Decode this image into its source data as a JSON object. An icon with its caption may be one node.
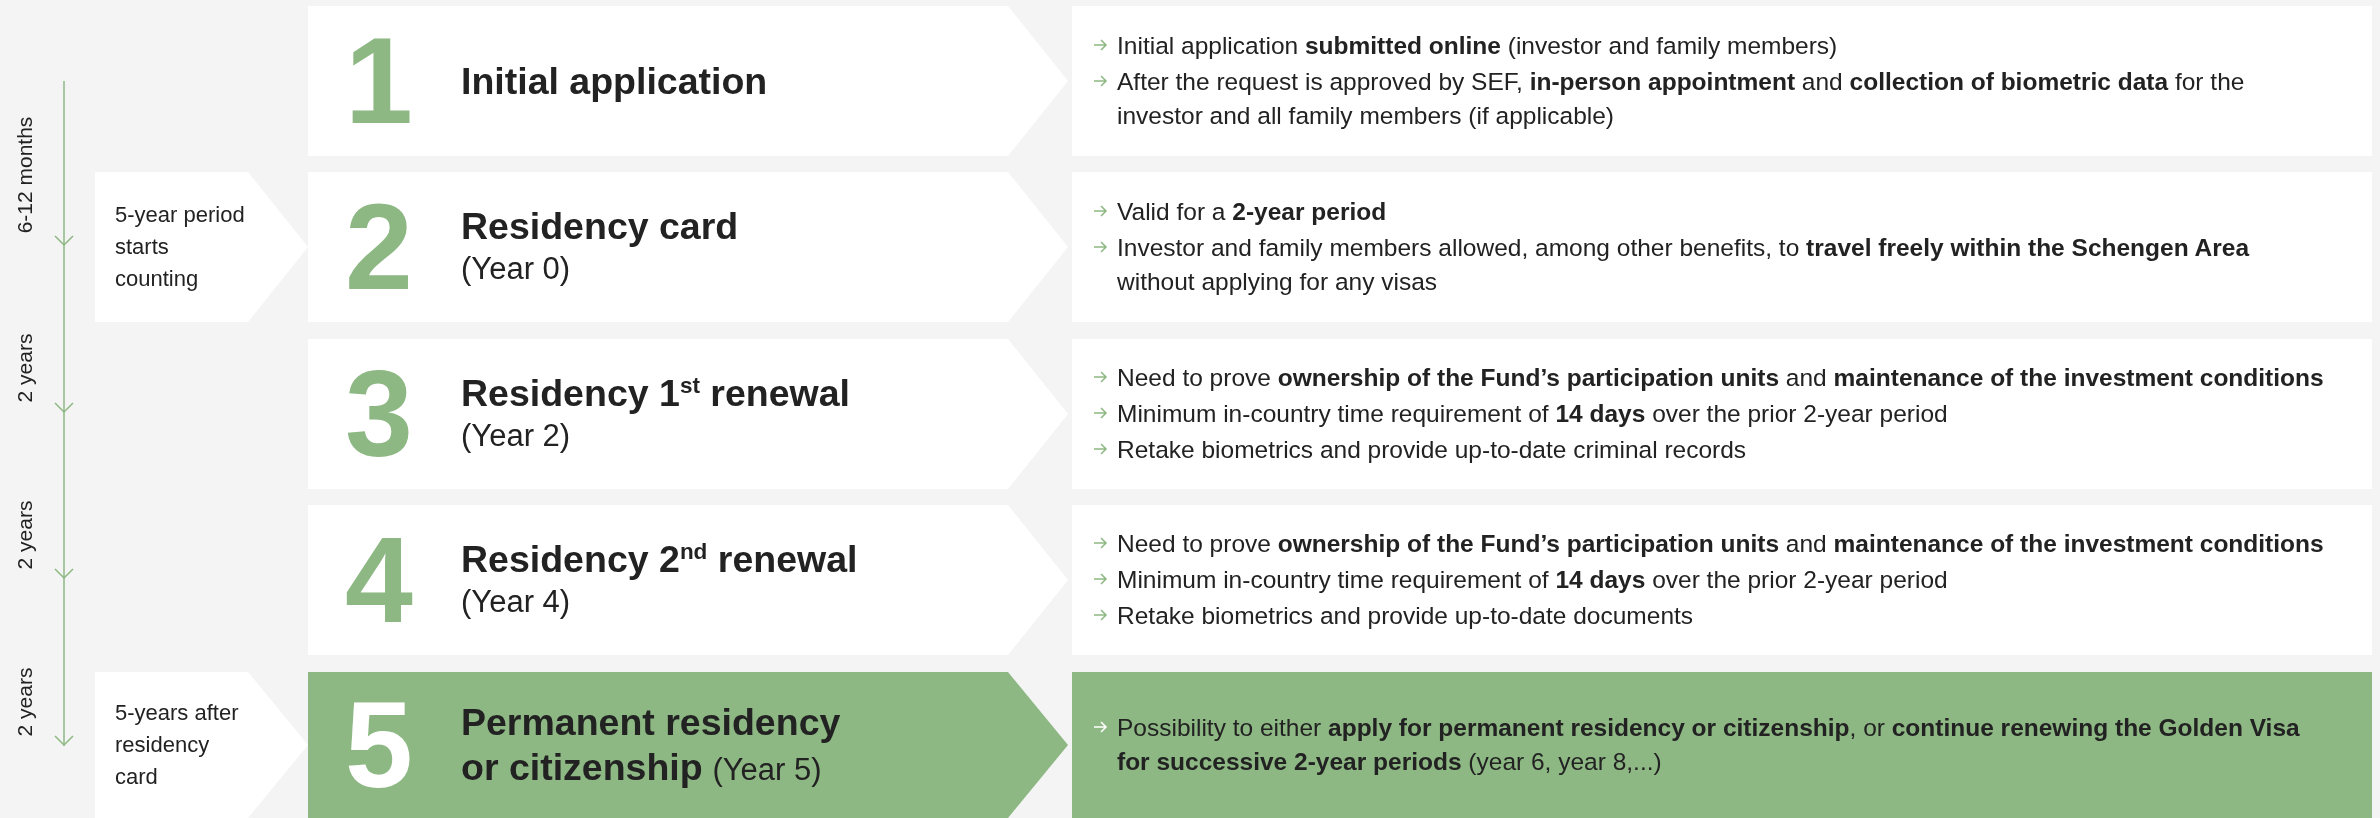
{
  "diagram": {
    "nodes": [
      {
        "text": [
          "1",
          "Initial application"
        ]
      },
      {
        "text": [
          "Initial application **submitted online** (investor and family members)",
          "After the request is approved by SEF, **in-person appointment** and **collection of biometric data** for the investor and all family members (if applicable)"
        ]
      },
      {
        "text": [
          "5-year period starts counting"
        ]
      },
      {
        "text": [
          "2",
          "Residency card",
          "(Year 0)"
        ]
      },
      {
        "text": [
          "Valid for a **2-year period**",
          "Investor and family members allowed, among other benefits, to **travel freely within the Schengen Area** without applying for any visas"
        ]
      },
      {
        "text": [
          "3",
          "Residency 1$^{st}$ renewal",
          "(Year 2)"
        ]
      },
      {
        "text": [
          "Need to prove **ownership of the Fund’s participation units** and **maintenance of the investment conditions**",
          "Minimum in-country time requirement of **14 days** over the prior 2-year period",
          "Retake biometrics and provide up-to-date criminal records"
        ]
      },
      {
        "text": [
          "4",
          "Residency 2$^{nd}$ renewal",
          "(Year 4)"
        ]
      },
      {
        "text": [
          "Need to prove **ownership of the Fund’s participation units** and **maintenance of the investment conditions**",
          "Minimum in-country time requirement of **14 days** over the prior 2-year period",
          "Retake biometrics and provide up-to-date documents"
        ]
      },
      {
        "text": [
          "5-years after residency card"
        ]
      },
      {
        "text": [
          "5",
          "Permanent residency or citizenship",
          "(Year 5)"
        ]
      },
      {
        "text": [
          "Possibility to either **apply for permanent residency or citizenship**, or **continue renewing the Golden Visa for successive 2-year periods** (year 6, year 8,...)"
        ]
      }
    ],
    "labels": [
      "6-12 months",
      "2 years",
      "2 years",
      "2 years"
    ]
  }
}
